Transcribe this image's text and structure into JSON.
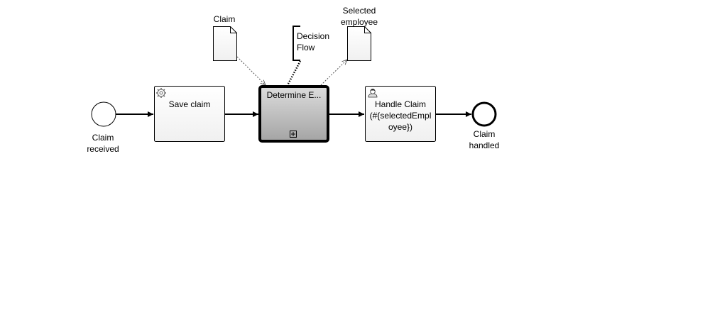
{
  "diagram": {
    "start_event": {
      "label_line1": "Claim",
      "label_line2": "received"
    },
    "save_task": {
      "label": "Save claim",
      "icon": "gear-icon"
    },
    "subprocess": {
      "label": "Determine E...",
      "marker": "expand-plus-icon"
    },
    "handle_task": {
      "label_line1": "Handle Claim",
      "label_line2": "(#{selectedEmpl",
      "label_line3": "oyee})",
      "icon": "user-icon"
    },
    "end_event": {
      "label_line1": "Claim",
      "label_line2": "handled"
    },
    "data_claim": {
      "label": "Claim"
    },
    "data_selected": {
      "label_line1": "Selected",
      "label_line2": "employee"
    },
    "annotation": {
      "label_line1": "Decision",
      "label_line2": "Flow"
    },
    "colors": {
      "stroke": "#000000",
      "task_fill": "#fafafa",
      "subprocess_fill_top": "#d8d8d8",
      "subprocess_fill_bottom": "#a8a8a8",
      "association": "#555555"
    }
  }
}
